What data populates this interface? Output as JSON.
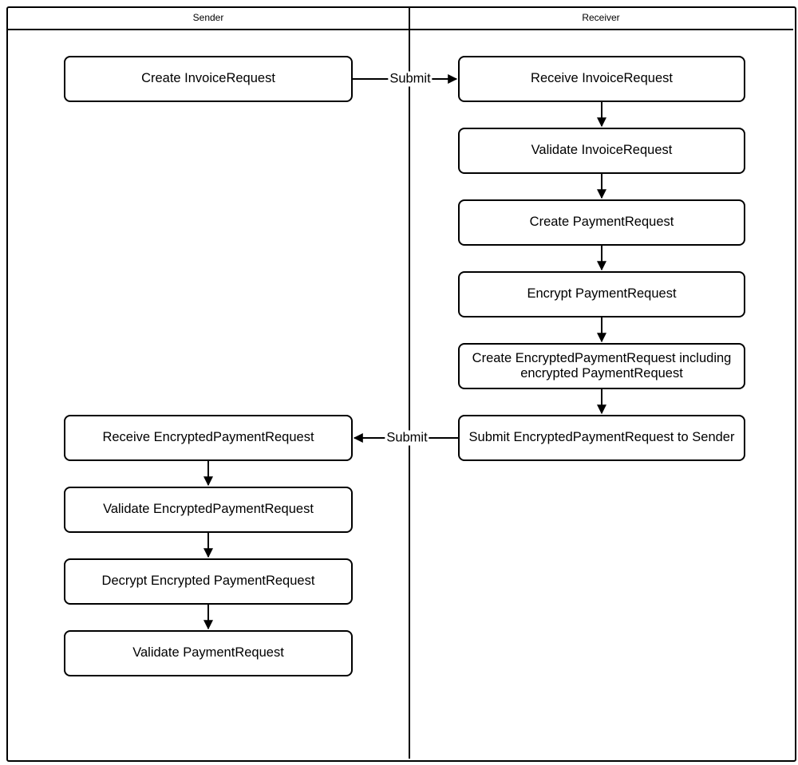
{
  "diagram": {
    "type": "swimlane-flowchart",
    "lanes": [
      {
        "id": "sender",
        "label": "Sender"
      },
      {
        "id": "receiver",
        "label": "Receiver"
      }
    ],
    "nodes": [
      {
        "id": "create-invoice-request",
        "lane": "sender",
        "label": "Create InvoiceRequest"
      },
      {
        "id": "receive-invoice-request",
        "lane": "receiver",
        "label": "Receive InvoiceRequest"
      },
      {
        "id": "validate-invoice-request",
        "lane": "receiver",
        "label": "Validate InvoiceRequest"
      },
      {
        "id": "create-payment-request",
        "lane": "receiver",
        "label": "Create PaymentRequest"
      },
      {
        "id": "encrypt-payment-request",
        "lane": "receiver",
        "label": "Encrypt PaymentRequest"
      },
      {
        "id": "create-encrypted-payment-request",
        "lane": "receiver",
        "label": "Create EncryptedPaymentRequest including encrypted PaymentRequest"
      },
      {
        "id": "submit-encrypted-payment-request",
        "lane": "receiver",
        "label": "Submit EncryptedPaymentRequest to Sender"
      },
      {
        "id": "receive-encrypted-payment-request",
        "lane": "sender",
        "label": "Receive EncryptedPaymentRequest"
      },
      {
        "id": "validate-encrypted-payment-request",
        "lane": "sender",
        "label": "Validate EncryptedPaymentRequest"
      },
      {
        "id": "decrypt-encrypted-payment-request",
        "lane": "sender",
        "label": "Decrypt Encrypted PaymentRequest"
      },
      {
        "id": "validate-payment-request",
        "lane": "sender",
        "label": "Validate PaymentRequest"
      }
    ],
    "edges": [
      {
        "from": "create-invoice-request",
        "to": "receive-invoice-request",
        "label": "Submit"
      },
      {
        "from": "receive-invoice-request",
        "to": "validate-invoice-request",
        "label": ""
      },
      {
        "from": "validate-invoice-request",
        "to": "create-payment-request",
        "label": ""
      },
      {
        "from": "create-payment-request",
        "to": "encrypt-payment-request",
        "label": ""
      },
      {
        "from": "encrypt-payment-request",
        "to": "create-encrypted-payment-request",
        "label": ""
      },
      {
        "from": "create-encrypted-payment-request",
        "to": "submit-encrypted-payment-request",
        "label": ""
      },
      {
        "from": "submit-encrypted-payment-request",
        "to": "receive-encrypted-payment-request",
        "label": "Submit"
      },
      {
        "from": "receive-encrypted-payment-request",
        "to": "validate-encrypted-payment-request",
        "label": ""
      },
      {
        "from": "validate-encrypted-payment-request",
        "to": "decrypt-encrypted-payment-request",
        "label": ""
      },
      {
        "from": "decrypt-encrypted-payment-request",
        "to": "validate-payment-request",
        "label": ""
      }
    ],
    "colors": {
      "line": "#000000",
      "text": "#000000",
      "node_fill": "#ffffff",
      "background": "#ffffff"
    }
  }
}
